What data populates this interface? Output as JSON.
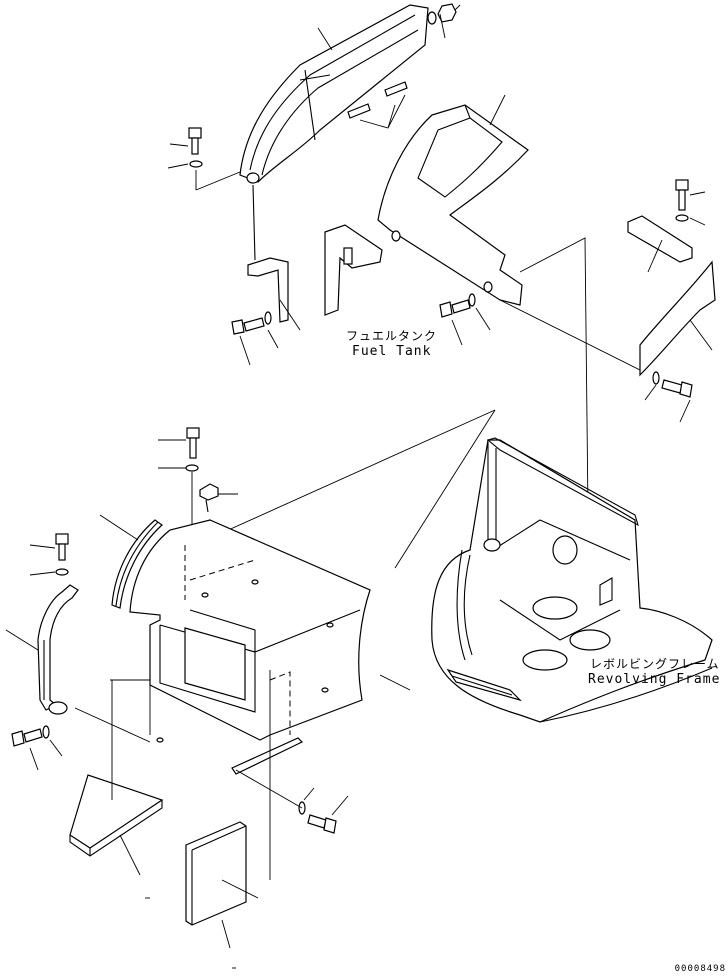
{
  "labels": {
    "fuel_tank_jp": "フュエルタンク",
    "fuel_tank_en": "Fuel Tank",
    "revolving_frame_jp": "レボルビングフレーム",
    "revolving_frame_en": "Revolving Frame"
  },
  "drawing_code": "00008498"
}
